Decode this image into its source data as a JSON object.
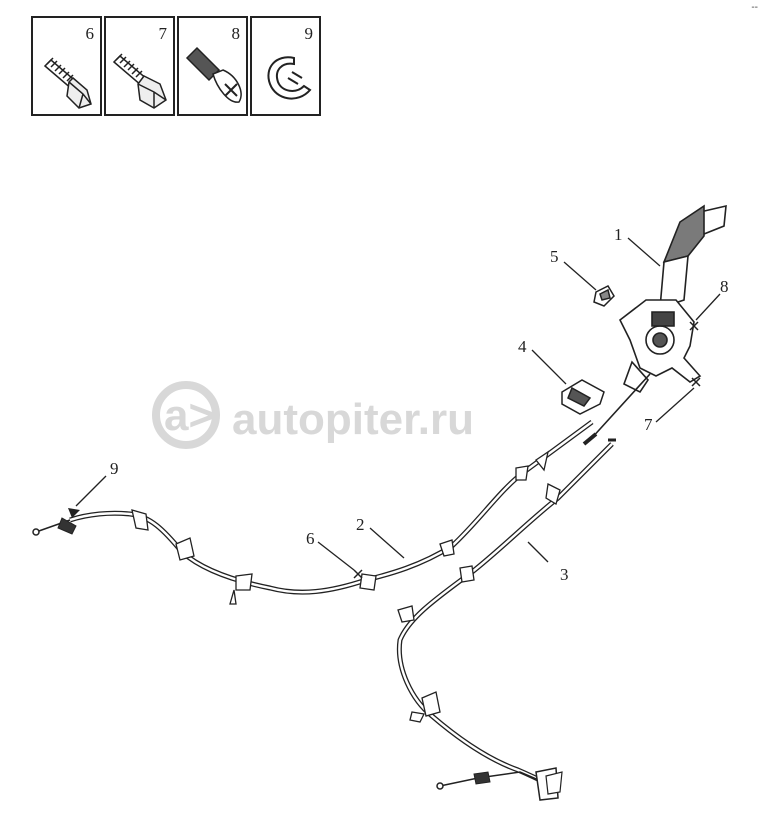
{
  "legend": {
    "cells": [
      {
        "number": "6",
        "icon": "hex-bolt-flange-icon"
      },
      {
        "number": "7",
        "icon": "hex-bolt-icon"
      },
      {
        "number": "8",
        "icon": "phillips-screw-icon"
      },
      {
        "number": "9",
        "icon": "e-clip-icon"
      }
    ]
  },
  "callouts": {
    "c1": "1",
    "c2": "2",
    "c3": "3",
    "c4": "4",
    "c5": "5",
    "c6": "6",
    "c7": "7",
    "c8": "8",
    "c9": "9"
  },
  "watermark": {
    "text": "autopiter.ru",
    "logo": "a>"
  },
  "corner_mark": "--"
}
